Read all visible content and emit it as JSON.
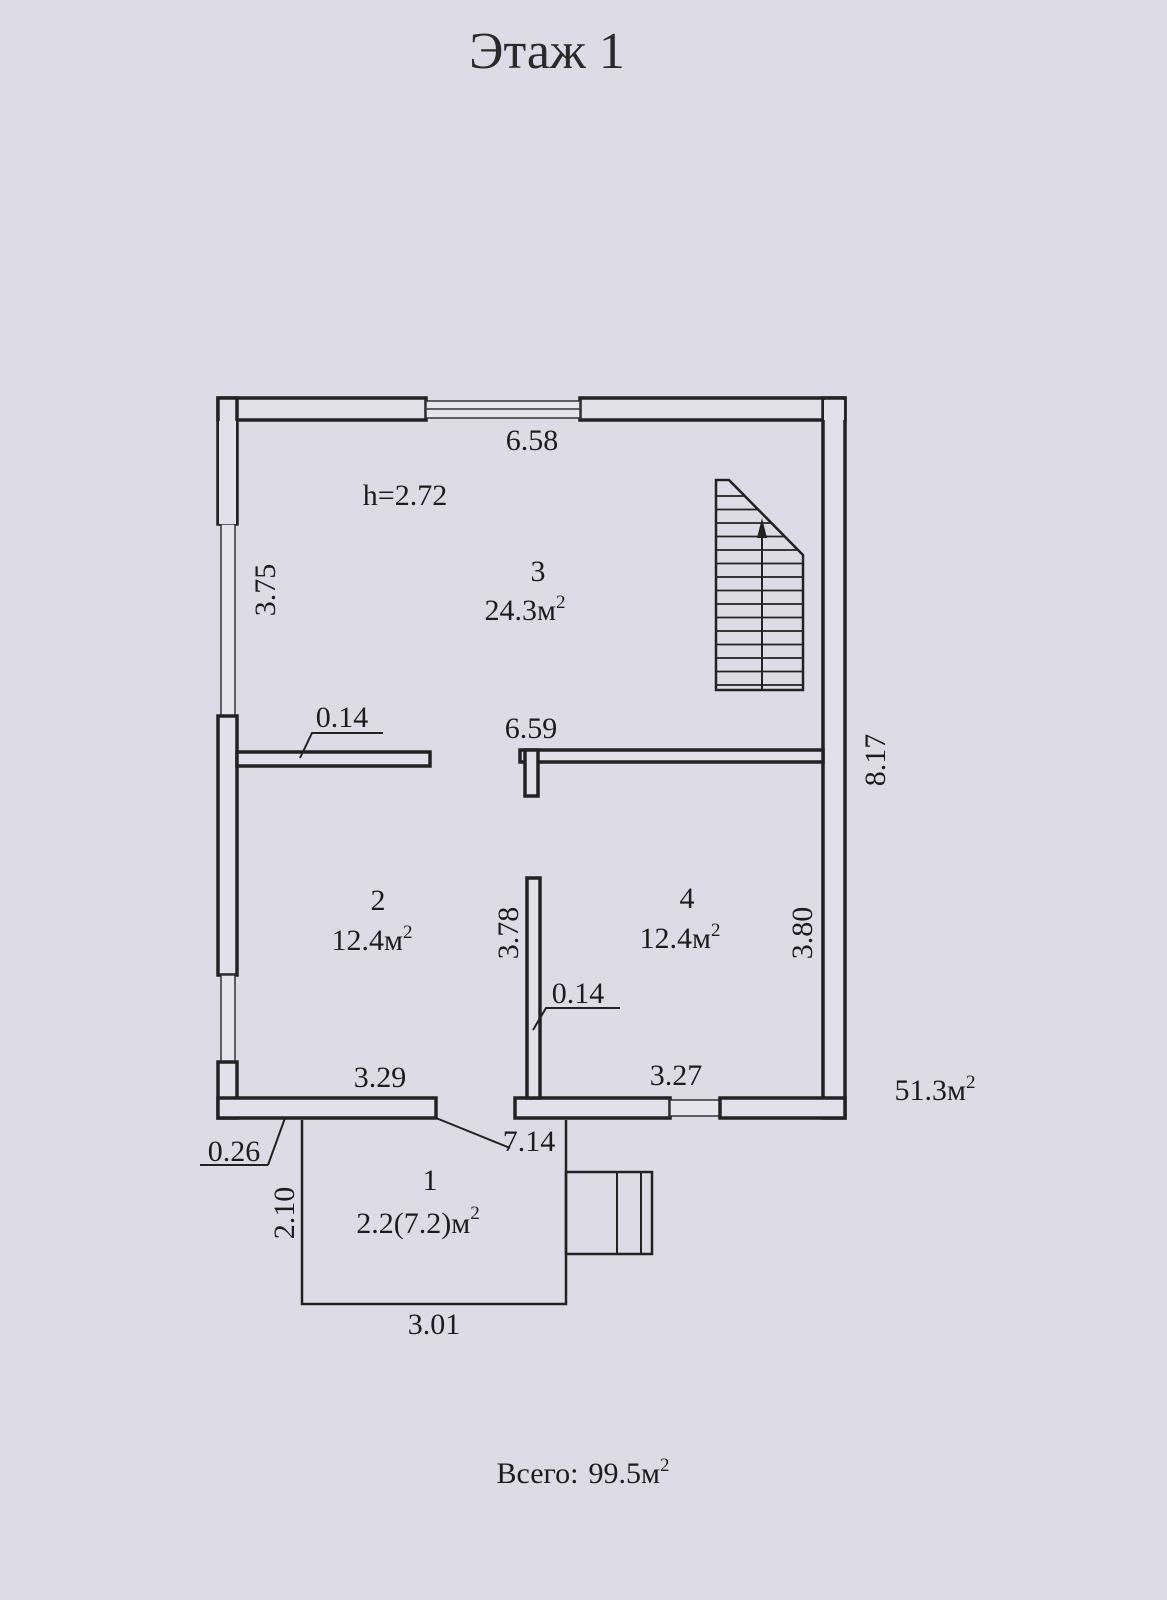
{
  "title": "Этаж 1",
  "ceiling_height": "h=2.72",
  "rooms": [
    {
      "number": "1",
      "area": "2.2(7.2)м",
      "sup": "2"
    },
    {
      "number": "2",
      "area": "12.4м",
      "sup": "2"
    },
    {
      "number": "3",
      "area": "24.3м",
      "sup": "2"
    },
    {
      "number": "4",
      "area": "12.4м",
      "sup": "2"
    }
  ],
  "dimensions": {
    "top": "6.58",
    "left_upper": "3.75",
    "partition_thickness_1": "0.14",
    "middle": "6.59",
    "right": "8.17",
    "room2_height": "3.78",
    "room4_height": "3.80",
    "partition_thickness_2": "0.14",
    "bottom_left": "3.29",
    "bottom_right": "3.27",
    "outer_wall": "0.26",
    "outer_length": "7.14",
    "porch_depth": "2.10",
    "porch_width": "3.01"
  },
  "floor_area": {
    "value": "51.3м",
    "sup": "2"
  },
  "total": {
    "label": "Всего:",
    "value": "99.5м",
    "sup": "2"
  }
}
